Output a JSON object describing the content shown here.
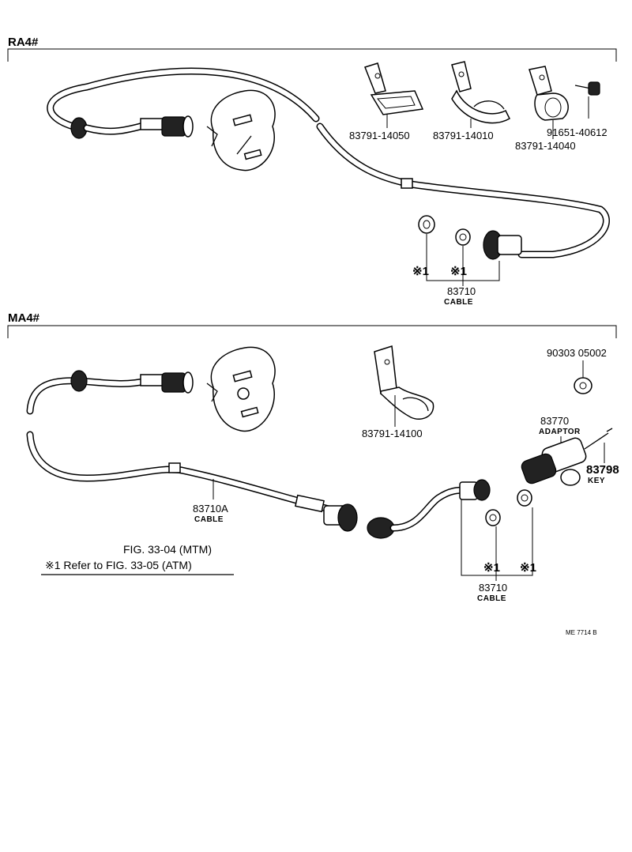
{
  "sections": {
    "ra4": "RA4#",
    "ma4": "MA4#"
  },
  "ra4_parts": {
    "bracket1": "83791-14050",
    "bracket2": "83791-14010",
    "bracket3_bolt": "91651-40612",
    "bracket3": "83791-14040",
    "cable_num": "83710",
    "cable_name": "CABLE",
    "mark_a": "※1",
    "mark_b": "※1"
  },
  "ma4_parts": {
    "washer": "90303 05002",
    "bracket": "83791-14100",
    "adaptor_num": "83770",
    "adaptor_name": "ADAPTOR",
    "key_num": "83798",
    "key_name": "KEY",
    "cable_a_num": "83710A",
    "cable_a_name": "CABLE",
    "cable_num": "83710",
    "cable_name": "CABLE",
    "mark_a": "※1",
    "mark_b": "※1"
  },
  "notes": {
    "fig": "FIG. 33-04 (MTM)",
    "refer": "※1 Refer to FIG. 33-05 (ATM)",
    "code": "ME 7714 B"
  }
}
